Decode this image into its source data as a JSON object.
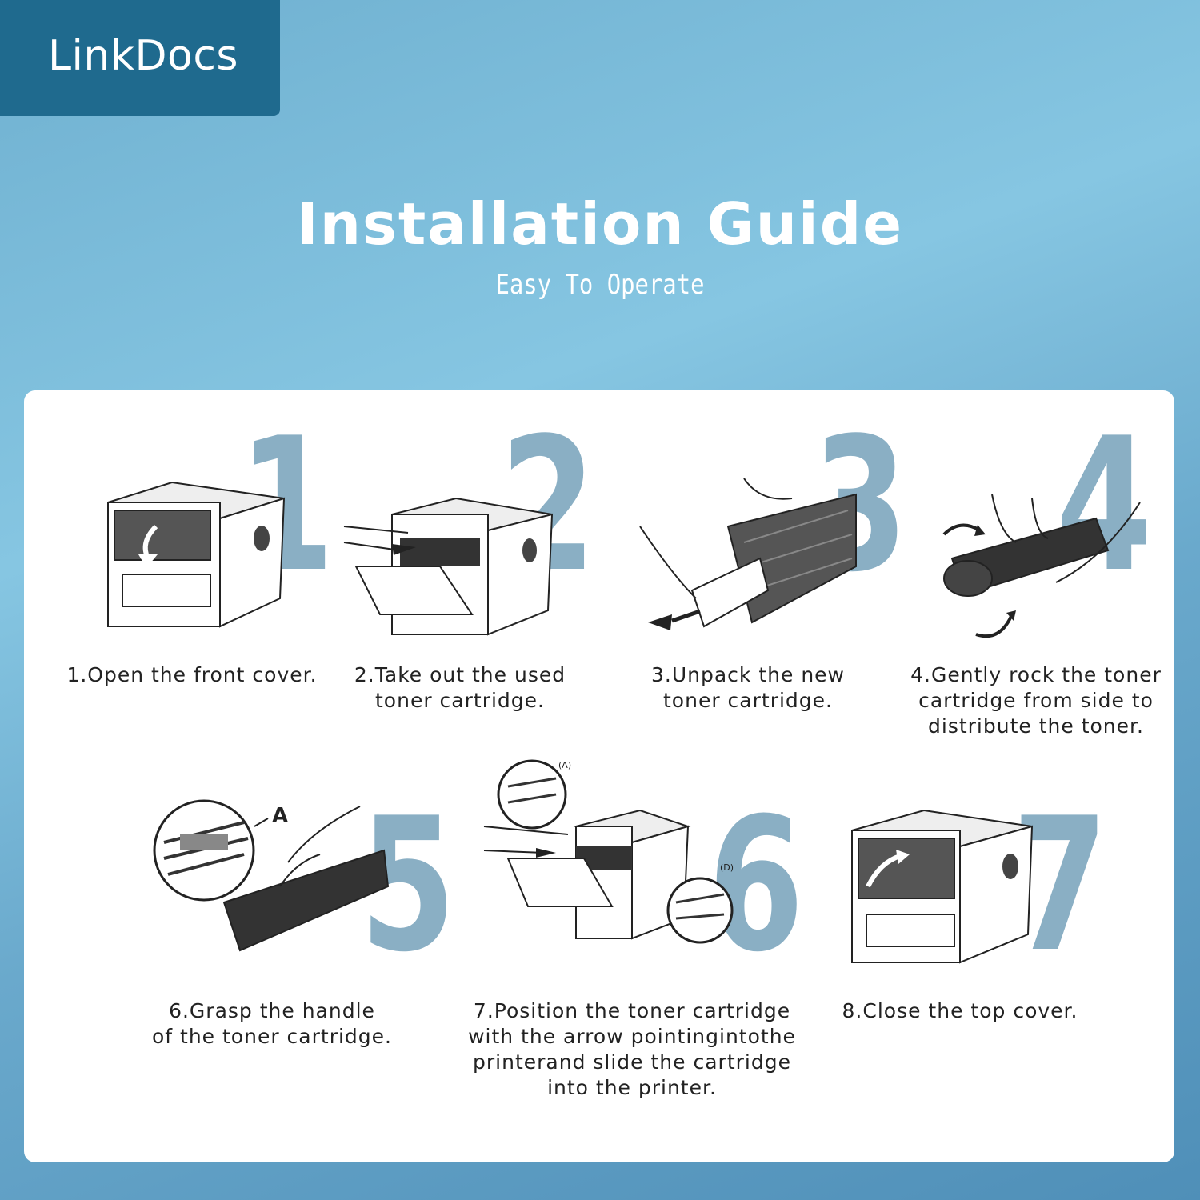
{
  "brand": {
    "name": "LinkDocs"
  },
  "header": {
    "title": "Installation Guide",
    "subtitle": "Easy To Operate"
  },
  "steps": [
    {
      "number": "1",
      "caption": [
        "1.Open the front cover."
      ]
    },
    {
      "number": "2",
      "caption": [
        "2.Take out the used",
        "toner cartridge."
      ]
    },
    {
      "number": "3",
      "caption": [
        "3.Unpack the new",
        "toner cartridge."
      ]
    },
    {
      "number": "4",
      "caption": [
        "4.Gently rock the toner",
        "cartridge from side to",
        "distribute the toner."
      ]
    },
    {
      "number": "5",
      "caption": [
        "6.Grasp the handle",
        "of the toner cartridge."
      ]
    },
    {
      "number": "6",
      "caption": [
        "7.Position the toner cartridge",
        "with the arrow pointingintothe",
        "printerand slide the cartridge",
        "into the printer."
      ],
      "callouts": [
        "(A)",
        "(D)"
      ]
    },
    {
      "number": "7",
      "caption": [
        "8.Close the top cover."
      ]
    }
  ],
  "callout_labels": {
    "step5": "A"
  }
}
